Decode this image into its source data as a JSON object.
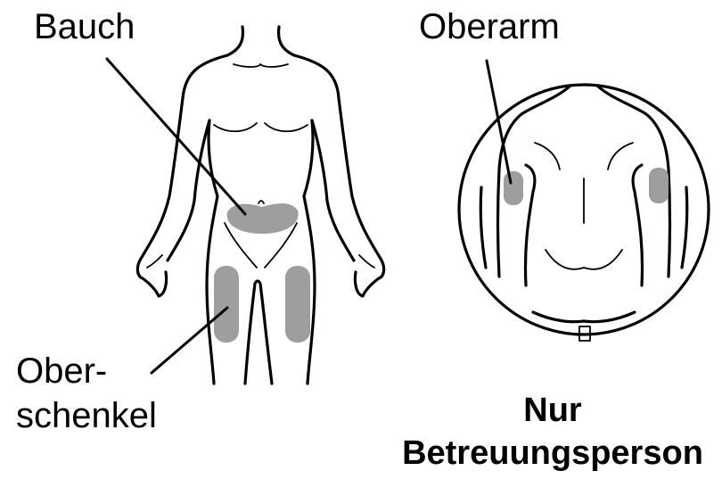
{
  "labels": {
    "abdomen": "Bauch",
    "upper_arm": "Oberarm",
    "thigh_line1": "Ober-",
    "thigh_line2": "schenkel",
    "caregiver_line1": "Nur",
    "caregiver_line2": "Betreuungsperson"
  },
  "colors": {
    "injection_zone": "#9e9e9e",
    "outline": "#000000",
    "background": "#ffffff"
  }
}
